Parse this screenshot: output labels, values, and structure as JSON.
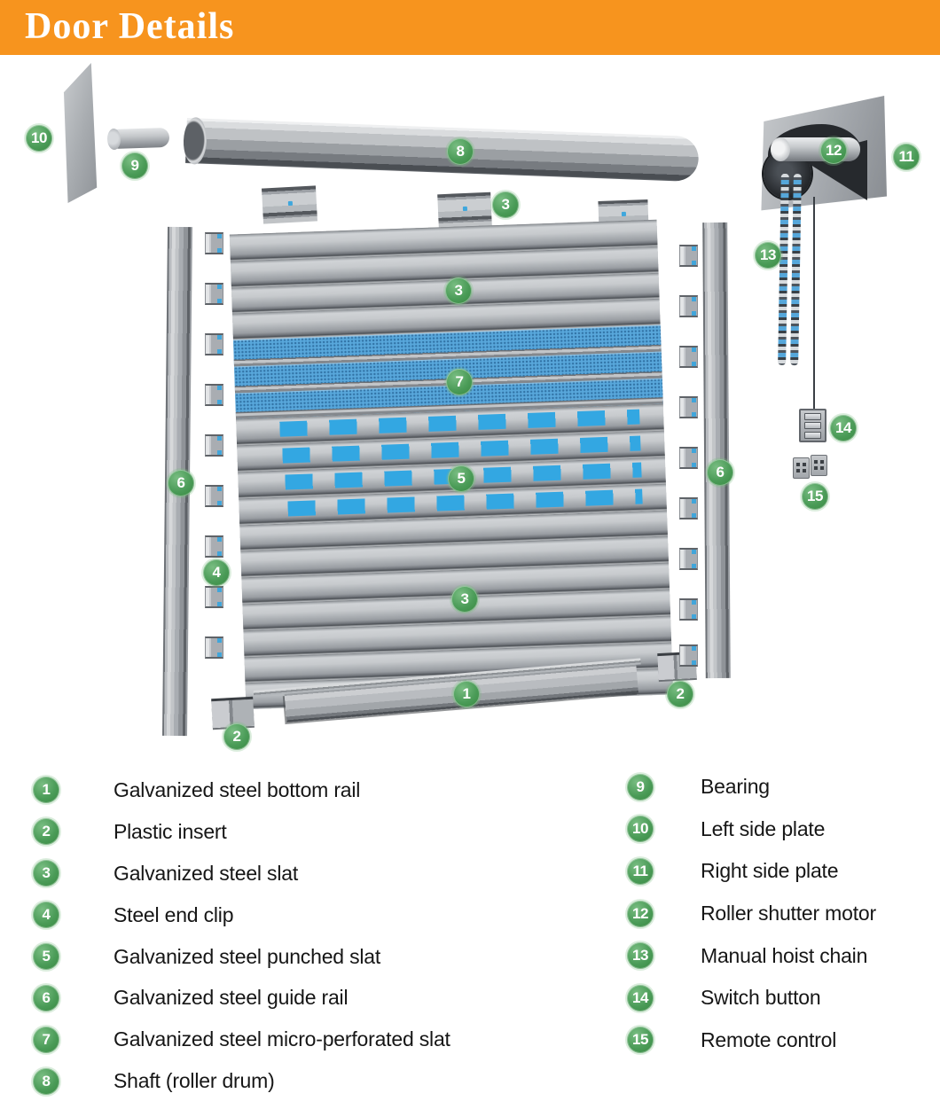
{
  "header": {
    "title": "Door Details"
  },
  "callouts": {
    "bottom_rail": "1",
    "insert_left": "2",
    "insert_right": "2",
    "slat_sample": "3",
    "slat_upper": "3",
    "slat_lower": "3",
    "end_clip": "4",
    "punched_slat": "5",
    "guide_left": "6",
    "guide_right": "6",
    "perforated_slat": "7",
    "shaft": "8",
    "bearing": "9",
    "left_side_plate": "10",
    "right_side_plate": "11",
    "motor": "12",
    "hoist_chain": "13",
    "switch_button": "14",
    "remote_control": "15"
  },
  "legend": {
    "left": [
      {
        "num": "1",
        "label": "Galvanized steel bottom rail"
      },
      {
        "num": "2",
        "label": "Plastic insert"
      },
      {
        "num": "3",
        "label": "Galvanized steel slat"
      },
      {
        "num": "4",
        "label": "Steel end clip"
      },
      {
        "num": "5",
        "label": "Galvanized steel punched slat"
      },
      {
        "num": "6",
        "label": "Galvanized steel guide rail"
      },
      {
        "num": "7",
        "label": "Galvanized steel micro-perforated slat"
      },
      {
        "num": "8",
        "label": "Shaft (roller drum)"
      }
    ],
    "right": [
      {
        "num": "9",
        "label": "Bearing"
      },
      {
        "num": "10",
        "label": "Left side plate"
      },
      {
        "num": "11",
        "label": "Right side plate"
      },
      {
        "num": "12",
        "label": "Roller shutter motor"
      },
      {
        "num": "13",
        "label": "Manual hoist chain"
      },
      {
        "num": "14",
        "label": "Switch button"
      },
      {
        "num": "15",
        "label": "Remote control"
      }
    ]
  },
  "colors": {
    "header_orange": "#F7941E",
    "title_white": "#FFFFFF",
    "circle_green": "#449752",
    "steel_gray": "#AEB2B6",
    "perforated_blue": "#58A7DB",
    "punched_blue": "#33A7E2",
    "chain_blue": "#56A7DA",
    "dark_motor": "#26292D"
  }
}
